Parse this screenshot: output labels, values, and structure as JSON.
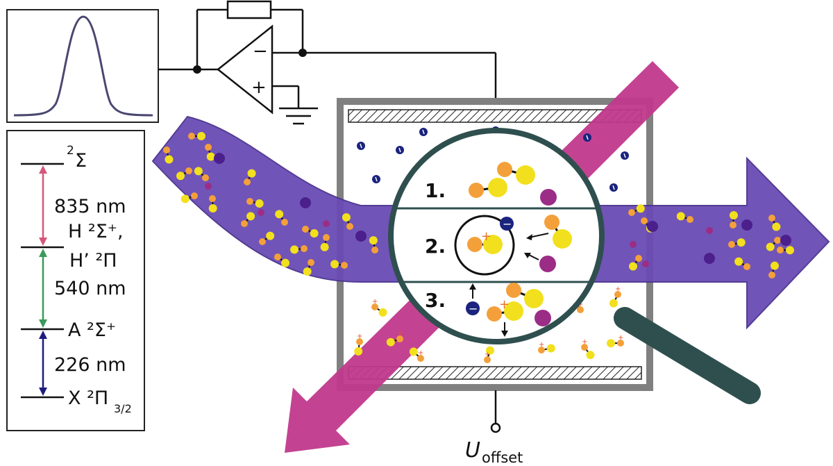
{
  "energy_levels": {
    "top": {
      "term": "Σ",
      "mult": "2"
    },
    "h_level": {
      "line1": "H ²Σ⁺,",
      "line2": "H’ ²Π"
    },
    "a_level": {
      "term": "A ²Σ⁺"
    },
    "x_level": {
      "term": "X ²Π",
      "sub": "3/2"
    },
    "transitions": [
      {
        "label": "835 nm",
        "color": "#d6577a"
      },
      {
        "label": "540 nm",
        "color": "#3a9a5a"
      },
      {
        "label": "226 nm",
        "color": "#1c1c7e"
      }
    ]
  },
  "steps": [
    "1.",
    "2.",
    "3."
  ],
  "offset_label": {
    "main": "U",
    "sub": "offset"
  },
  "colors": {
    "molecular_beam": "#6a4bb4",
    "laser_beam": "#c0398c",
    "chamber": "#808080",
    "magnifier": "#2f4f4f",
    "anion": "#1a237e",
    "atom_orange": "#f4a03a",
    "atom_yellow": "#f2e01e",
    "heavy_ion": "#9b2d86",
    "trace": "#4a4870"
  },
  "icons": [
    "gaussian-pulse-icon",
    "op-amp-icon",
    "resistor-icon",
    "ground-icon",
    "magnifier-icon"
  ]
}
